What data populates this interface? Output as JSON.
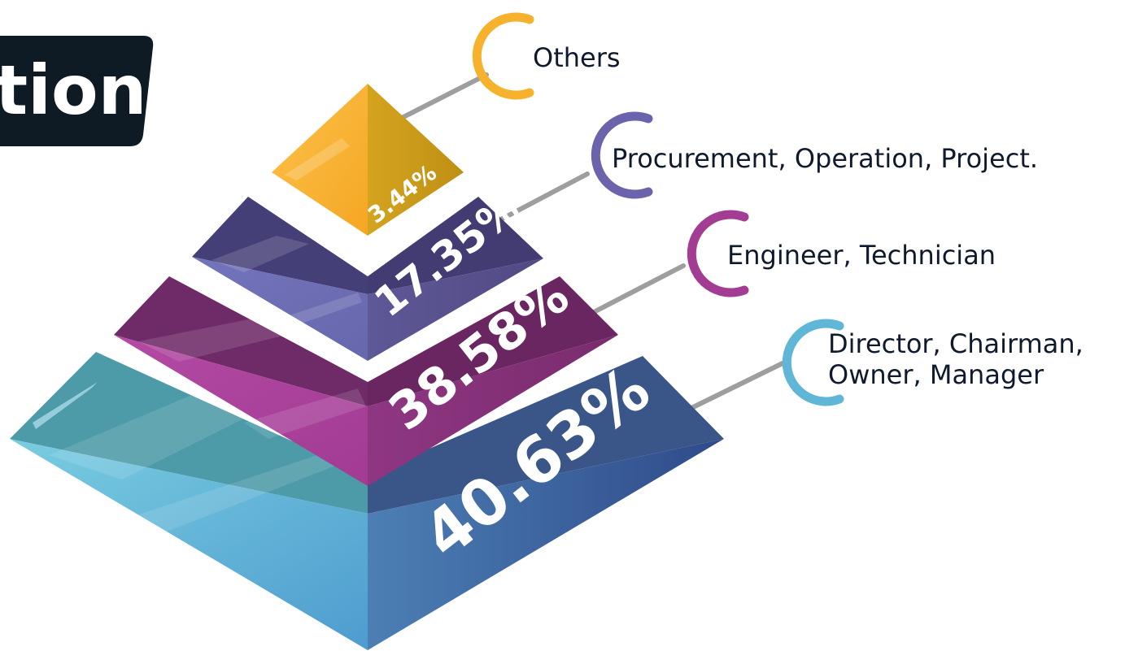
{
  "title_fragment": "tion",
  "chart_data": {
    "type": "pyramid",
    "unit": "%",
    "levels": [
      {
        "label": "Others",
        "value": 3.44,
        "display": "3.44%",
        "colors": {
          "light": "#fbbf3a",
          "dark": "#c99a19",
          "ring": "#f6b22d"
        }
      },
      {
        "label": "Procurement, Operation, Project.",
        "value": 17.35,
        "display": "17.35%",
        "colors": {
          "light": "#6c6cb5",
          "dark": "#56508f",
          "ring": "#6b63ab"
        }
      },
      {
        "label": "Engineer, Technician",
        "value": 38.58,
        "display": "38.58%",
        "colors": {
          "light": "#a33f95",
          "dark": "#7e2d72",
          "ring": "#a33d94"
        }
      },
      {
        "label": "Director, Chairman,\nOwner, Manager",
        "value": 40.63,
        "display": "40.63%",
        "colors": {
          "light": "#68bbd6",
          "dark": "#3f5f99",
          "ring": "#5fb6d6"
        }
      }
    ]
  }
}
